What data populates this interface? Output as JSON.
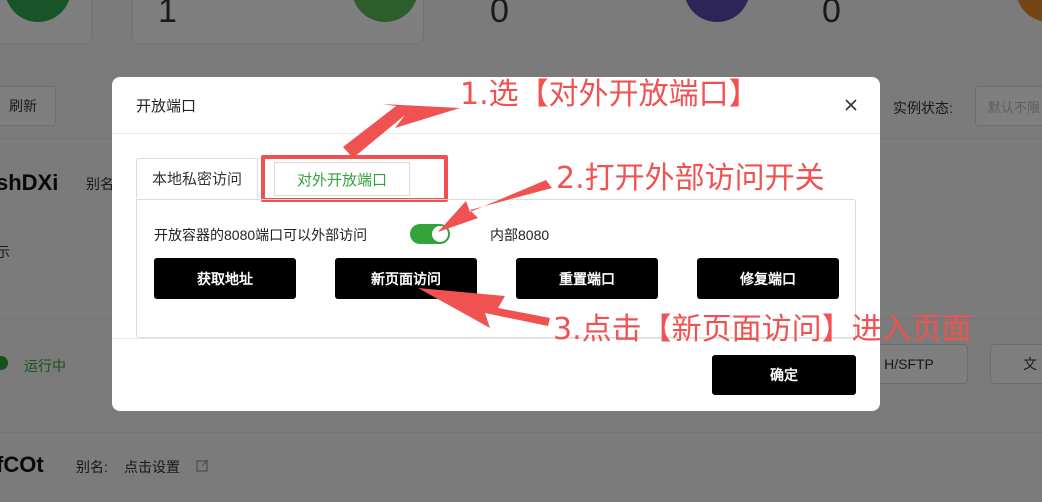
{
  "background": {
    "stats": [
      "1",
      "0",
      "0"
    ],
    "refresh_label": "刷新",
    "instance_status_label": "实例状态:",
    "instance_status_placeholder": "默认不限",
    "instance1_name_fragment": "shDXi",
    "instance1_alias_fragment": "别名",
    "help_fragment": "示",
    "running_label": "运行中",
    "sftp_fragment": "H/SFTP",
    "file_fragment": "文",
    "instance2_name_fragment": "fCOt",
    "instance2_alias_label": "别名:",
    "instance2_alias_value": "点击设置"
  },
  "modal": {
    "title": "开放端口",
    "tabs": [
      {
        "label": "本地私密访问",
        "active": false
      },
      {
        "label": "对外开放端口",
        "active": true
      }
    ],
    "panel": {
      "description": "开放容器的8080端口可以外部访问",
      "toggle_on": true,
      "inner_port": "内部8080",
      "buttons": [
        "获取地址",
        "新页面访问",
        "重置端口",
        "修复端口"
      ]
    },
    "confirm_label": "确定"
  },
  "annotations": {
    "step1": "1.选【对外开放端口】",
    "step2": "2.打开外部访问开关",
    "step3": "3.点击【新页面访问】进入页面"
  },
  "colors": {
    "accent_green": "#33a33c",
    "annotation_red": "#f05252",
    "button_black": "#000000"
  }
}
